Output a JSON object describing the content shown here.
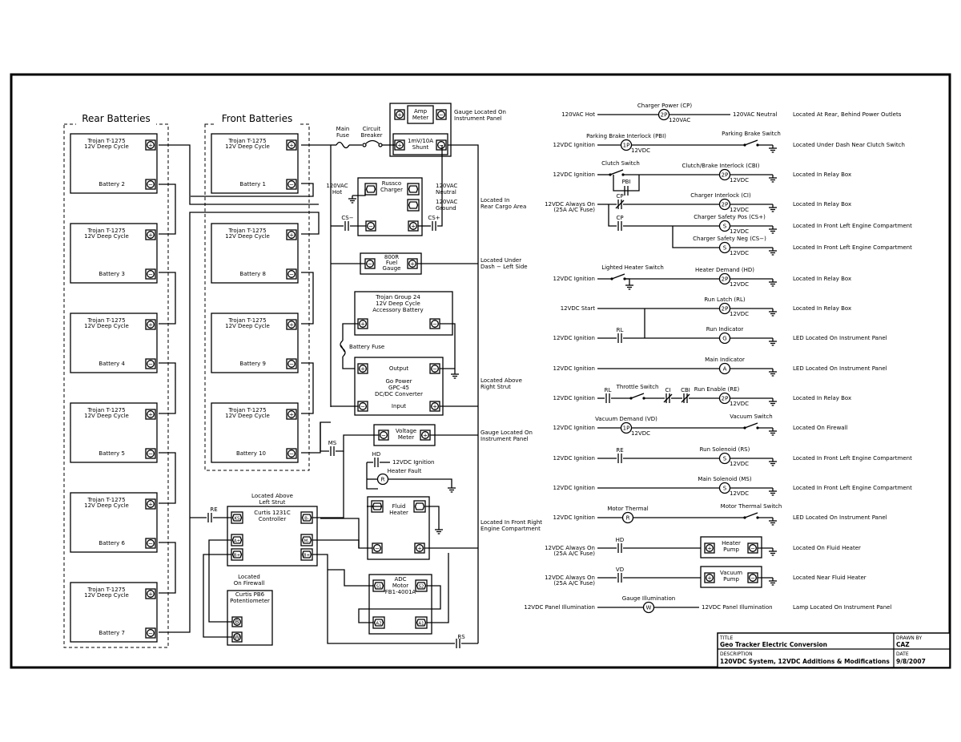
{
  "groups": {
    "rear": "Rear Batteries",
    "front": "Front Batteries"
  },
  "rear_batteries": [
    {
      "model": "Trojan T-1275",
      "type": "12V Deep Cycle",
      "name": "Battery 2"
    },
    {
      "model": "Trojan T-1275",
      "type": "12V Deep Cycle",
      "name": "Battery 3"
    },
    {
      "model": "Trojan T-1275",
      "type": "12V Deep Cycle",
      "name": "Battery 4"
    },
    {
      "model": "Trojan T-1275",
      "type": "12V Deep Cycle",
      "name": "Battery 5"
    },
    {
      "model": "Trojan T-1275",
      "type": "12V Deep Cycle",
      "name": "Battery 6"
    },
    {
      "model": "Trojan T-1275",
      "type": "12V Deep Cycle",
      "name": "Battery 7"
    }
  ],
  "front_batteries": [
    {
      "model": "Trojan T-1275",
      "type": "12V Deep Cycle",
      "name": "Battery 1"
    },
    {
      "model": "Trojan T-1275",
      "type": "12V Deep Cycle",
      "name": "Battery 8"
    },
    {
      "model": "Trojan T-1275",
      "type": "12V Deep Cycle",
      "name": "Battery 9"
    },
    {
      "model": "Trojan T-1275",
      "type": "12V Deep Cycle",
      "name": "Battery 10"
    }
  ],
  "terminals": {
    "pos": "+",
    "neg": "−"
  },
  "center": {
    "amp_meter": [
      "Amp",
      "Meter"
    ],
    "amp_gauge_note": [
      "Gauge Located On",
      "Instrument Panel"
    ],
    "shunt": [
      "1mV/10A",
      "Shunt"
    ],
    "main_fuse": [
      "Main",
      "Fuse"
    ],
    "circuit_breaker": [
      "Circuit",
      "Breaker"
    ],
    "charger": [
      "Russco",
      "Charger"
    ],
    "hot": [
      "120VAC",
      "Hot"
    ],
    "neutral": [
      "120VAC",
      "Neutral"
    ],
    "ground": [
      "120VAC",
      "Ground"
    ],
    "cs_minus": "CS−",
    "cs_plus": "CS+",
    "rear_cargo_note": [
      "Located In",
      "Rear Cargo Area"
    ],
    "fuel_gauge": [
      "800R",
      "Fuel",
      "Gauge"
    ],
    "dash_note": [
      "Located Under",
      "Dash − Left Side"
    ],
    "accessory_battery": [
      "Trojan Group 24",
      "12V Deep Cycle",
      "Accessory Battery"
    ],
    "battery_fuse": "Battery Fuse",
    "converter_output": "Output",
    "converter_name": [
      "Go Power",
      "GPC-45",
      "DC/DC Converter"
    ],
    "converter_input": "Input",
    "strut_note": [
      "Located Above",
      "Right Strut"
    ],
    "voltage_meter": [
      "Voltage",
      "Meter"
    ],
    "voltage_note": [
      "Gauge Located On",
      "Instrument Panel"
    ],
    "ms": "MS",
    "hd": "HD",
    "hd_ignition": "12VDC Ignition",
    "heater_fault": "Heater Fault",
    "heater_led_note": [
      "LED Located On",
      "Instrument Panel"
    ],
    "fluid_heater": [
      "Fluid",
      "Heater"
    ],
    "engine_note": [
      "Located In Front Right",
      "Engine Compartment"
    ],
    "controller_note": [
      "Located Above",
      "Left Strut"
    ],
    "controller": [
      "Curtis 1231C",
      "Controller"
    ],
    "re": "RE",
    "ks": "KS",
    "b_minus": "B-",
    "a_plus": "A+",
    "b_plus": "B+",
    "m_minus": "M-",
    "pot_note": [
      "Located",
      "On Firewall"
    ],
    "pot": [
      "Curtis PB6",
      "Potentiometer"
    ],
    "b": "B",
    "w": "W",
    "motor": [
      "ADC",
      "Motor",
      "FB1-4001A"
    ],
    "s1": "S1",
    "s2": "S2",
    "a2": "A2",
    "a1": "A1",
    "rs": "RS"
  },
  "ladder": [
    {
      "left": "120VAC Hot",
      "mid": "Charger Power (CP)",
      "coil": "2P",
      "coil_sub": "120VAC",
      "right": "120VAC Neutral",
      "note": "Located At Rear, Behind Power Outlets"
    },
    {
      "left": "12VDC Ignition",
      "mid": "Parking Brake Interlock (PBI)",
      "coil": "1P",
      "coil_sub": "12VDC",
      "switch": "Parking Brake Switch",
      "note": "Located Under Dash Near Clutch Switch"
    },
    {
      "left": "12VDC Ignition",
      "switch": "Clutch Switch",
      "sub": "PBI",
      "mid": "Clutch/Brake Interlock (CBI)",
      "coil": "2P",
      "coil_sub": "12VDC",
      "note": "Located In Relay Box"
    },
    {
      "left": "12VDC Always On",
      "left2": "(25A A/C Fuse)",
      "contact": "CP",
      "mid": "Charger Interlock (CI)",
      "coil": "2P",
      "coil_sub": "12VDC",
      "note": "Located In Relay Box"
    },
    {
      "contact": "CP",
      "mid": "Charger Safety Pos (CS+)",
      "coil": "S",
      "coil_sub": "12VDC",
      "note": "Located In Front Left Engine Compartment"
    },
    {
      "mid": "Charger Safety Neg (CS−)",
      "coil": "S",
      "coil_sub": "12VDC",
      "note": "Located In Front Left Engine Compartment"
    },
    {
      "left": "12VDC Ignition",
      "switch": "Lighted Heater Switch",
      "mid": "Heater Demand (HD)",
      "coil": "2P",
      "coil_sub": "12VDC",
      "note": "Located In Relay Box"
    },
    {
      "left": "12VDC Start",
      "mid": "Run Latch (RL)",
      "coil": "2P",
      "coil_sub": "12VDC",
      "note": "Located In Relay Box"
    },
    {
      "left": "12VDC Ignition",
      "contact": "RL",
      "mid": "Run Indicator",
      "coil": "G",
      "note": "LED Located On Instrument Panel"
    },
    {
      "left": "12VDC Ignition",
      "mid": "Main Indicator",
      "coil": "A",
      "note": "LED Located On Instrument Panel"
    },
    {
      "left": "12VDC Ignition",
      "contact": "RL",
      "switch": "Throttle Switch",
      "c2": "CI",
      "c3": "CBI",
      "mid": "Run Enable (RE)",
      "coil": "2P",
      "coil_sub": "12VDC",
      "note": "Located In Relay Box"
    },
    {
      "left": "12VDC Ignition",
      "mid": "Vacuum Demand (VD)",
      "coil": "1P",
      "coil_sub": "12VDC",
      "switch": "Vacuum Switch",
      "note": "Located On Firewall"
    },
    {
      "left": "12VDC Ignition",
      "contact": "RE",
      "mid": "Run Solenoid (RS)",
      "coil": "S",
      "coil_sub": "12VDC",
      "note": "Located In Front Left Engine Compartment"
    },
    {
      "left": "12VDC Ignition",
      "mid": "Main Solenoid (MS)",
      "coil": "S",
      "coil_sub": "12VDC",
      "note": "Located In Front Left Engine Compartment"
    },
    {
      "left": "12VDC Ignition",
      "mid": "Motor Thermal",
      "coil": "R",
      "switch": "Motor Thermal Switch",
      "note": "LED Located On Instrument Panel"
    },
    {
      "left": "12VDC Always On",
      "left2": "(25A A/C Fuse)",
      "contact": "HD",
      "pump": [
        "Heater",
        "Pump"
      ],
      "note": "Located On Fluid Heater"
    },
    {
      "left": "12VDC Always On",
      "left2": "(25A A/C Fuse)",
      "contact": "VD",
      "pump": [
        "Vacuum",
        "Pump"
      ],
      "note": "Located Near Fluid Heater"
    },
    {
      "left": "12VDC Panel Illumination",
      "mid": "Gauge Illumination",
      "coil": "W",
      "right": "12VDC Panel Illumination",
      "note": "Lamp Located On Instrument Panel"
    }
  ],
  "title_block": {
    "title_label": "TITLE",
    "title": "Geo Tracker Electric Conversion",
    "drawn_label": "DRAWN BY",
    "drawn": "CAZ",
    "desc_label": "DESCRIPTION",
    "desc": "120VDC System, 12VDC Additions & Modifications",
    "date_label": "DATE",
    "date": "9/8/2007"
  }
}
